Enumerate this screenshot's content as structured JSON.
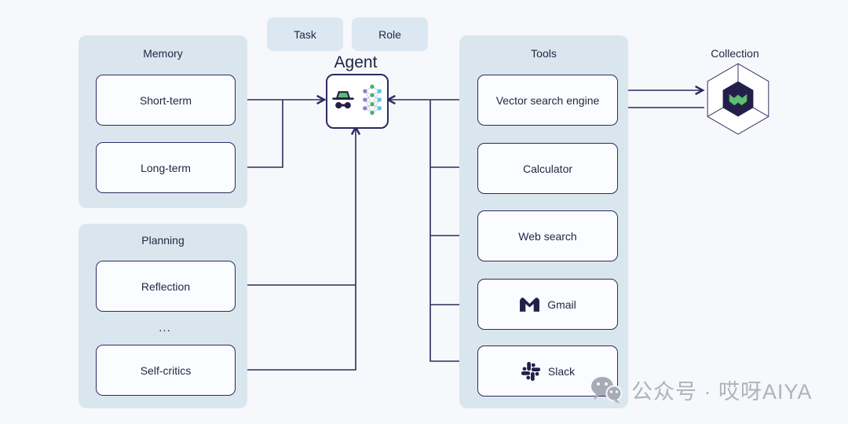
{
  "header": {
    "task_label": "Task",
    "role_label": "Role",
    "agent_label": "Agent"
  },
  "memory": {
    "title": "Memory",
    "items": [
      "Short-term",
      "Long-term"
    ]
  },
  "planning": {
    "title": "Planning",
    "items": [
      "Reflection",
      "Self-critics"
    ],
    "ellipsis": "..."
  },
  "tools": {
    "title": "Tools",
    "items": [
      {
        "label": "Vector search engine"
      },
      {
        "label": "Calculator"
      },
      {
        "label": "Web search"
      },
      {
        "label": "Gmail",
        "icon": "gmail-icon"
      },
      {
        "label": "Slack",
        "icon": "slack-icon"
      }
    ]
  },
  "collection": {
    "label": "Collection",
    "logo": "weaviate-logo"
  },
  "watermark": {
    "text": "公众号 · 哎呀AIYA",
    "icon": "wechat-icon"
  },
  "colors": {
    "background": "#f6f8fb",
    "panel_blue": "#dae6ee",
    "box_fill": "#fbfcff",
    "line_navy": "#2e2a60",
    "text_navy": "#232746",
    "brand_green": "#5fbd6e",
    "node_purple": "#8e7fd1",
    "node_cyan": "#55c6e8",
    "weaviate_dark": "#241f4a",
    "watermark_gray": "#aeb3bc"
  }
}
